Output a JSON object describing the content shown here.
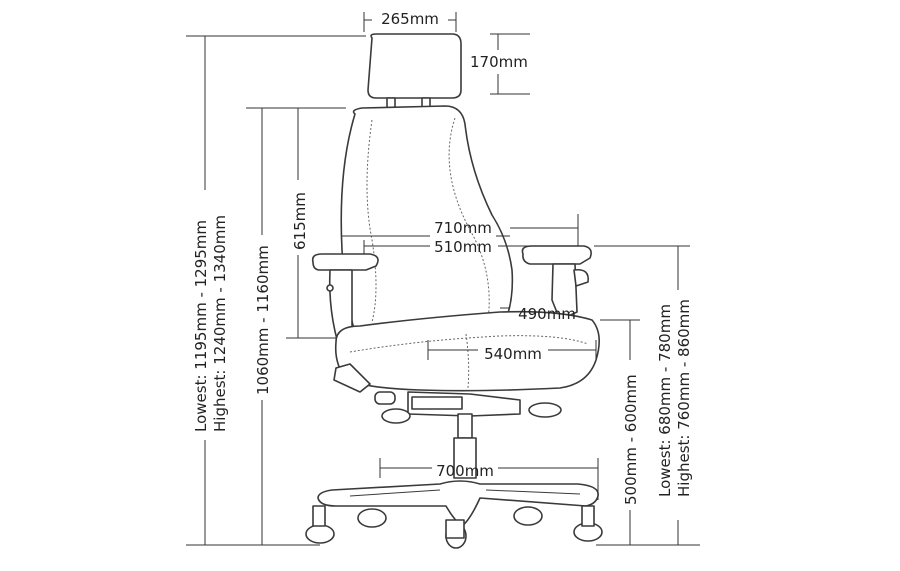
{
  "diagram": {
    "subject": "office chair dimensions",
    "line_color": "#333333",
    "background": "#ffffff",
    "dimensions": {
      "headrest_width": "265mm",
      "headrest_height": "170mm",
      "overall_height_lowest": "Lowest: 1195mm - 1295mm",
      "overall_height_highest": "Highest: 1240mm - 1340mm",
      "seat_to_floor_total": "1060mm - 1160mm",
      "backrest_height": "615mm",
      "armrest_outer_width": "710mm",
      "armrest_inner_width": "510mm",
      "seat_depth": "490mm",
      "seat_width": "540mm",
      "base_width": "700mm",
      "seat_height": "500mm - 600mm",
      "arm_height_lowest": "Lowest: 680mm - 780mm",
      "arm_height_highest": "Highest: 760mm - 860mm"
    }
  }
}
